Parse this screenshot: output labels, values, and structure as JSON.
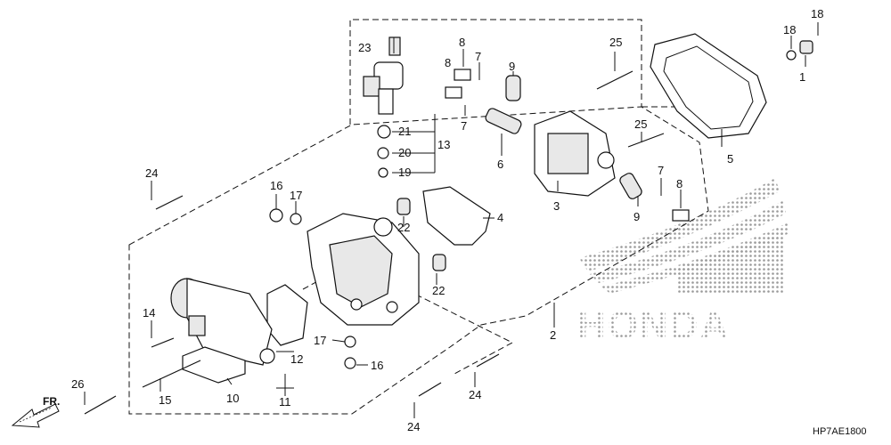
{
  "diagram_code": "HP7AE1800",
  "front_indicator": "FR.",
  "brand_watermark": "HONDA",
  "callouts": [
    "1",
    "2",
    "3",
    "4",
    "5",
    "6",
    "7",
    "7",
    "7",
    "8",
    "8",
    "8",
    "9",
    "9",
    "10",
    "11",
    "12",
    "13",
    "14",
    "15",
    "16",
    "16",
    "17",
    "17",
    "18",
    "18",
    "19",
    "20",
    "21",
    "22",
    "22",
    "23",
    "24",
    "24",
    "24",
    "25",
    "25",
    "26"
  ]
}
